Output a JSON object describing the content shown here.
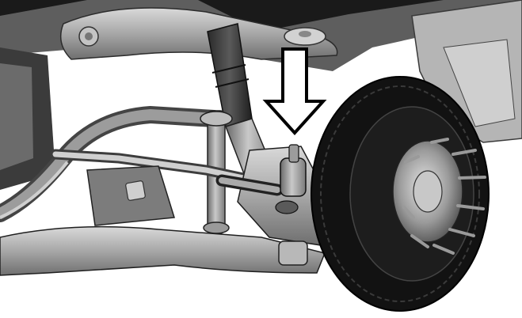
{
  "figure": {
    "subject": "front-suspension-tie-rod-end-cutaway",
    "labels": [],
    "palette": {
      "background": "#ffffff",
      "frame_dark": "#1c1c1c",
      "metal_light": "#bdbdbd",
      "metal_mid": "#8e8e8e",
      "metal_dark": "#4a4a4a",
      "rotor_black": "#141414",
      "arrow_fill": "#ffffff",
      "arrow_stroke": "#000000"
    },
    "callout": {
      "type": "arrow-down",
      "icon": "down-arrow-icon",
      "points_to": "tie-rod-end"
    }
  }
}
